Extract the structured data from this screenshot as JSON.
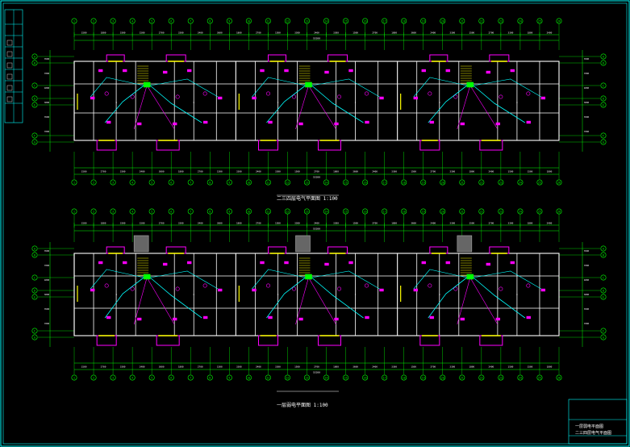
{
  "drawing": {
    "colors": {
      "background": "#000000",
      "frame": "#00ffff",
      "wall": "#ffffff",
      "dimension": "#00ff00",
      "wiring": "#00ffff",
      "fixture": "#ff00ff",
      "yellow": "#ffff00",
      "stair": "#aaaaaa"
    },
    "plans": [
      {
        "id": "upper",
        "caption": "二三四层电气平面图 1:100",
        "overall_dim": "55200",
        "stair_block": false
      },
      {
        "id": "lower",
        "caption": "一层弱电平面图 1:100",
        "overall_dim": "55200",
        "stair_block": true
      }
    ],
    "axis_bubbles_top": [
      "1",
      "2",
      "3",
      "4",
      "5",
      "6",
      "7",
      "8",
      "9",
      "10",
      "11",
      "12",
      "13",
      "14",
      "15",
      "16",
      "17",
      "18",
      "19",
      "20",
      "21",
      "22",
      "23",
      "24",
      "25",
      "26",
      "27",
      "28",
      "29",
      "30"
    ],
    "axis_bubbles_side": [
      "A",
      "B",
      "C",
      "D",
      "E",
      "F",
      "G"
    ],
    "dim_segments": [
      "1500",
      "1800",
      "3300",
      "1500",
      "2700",
      "3300",
      "2400",
      "3600",
      "1800",
      "2700",
      "1500",
      "3300",
      "2400",
      "3300",
      "1500",
      "2700",
      "1800",
      "3600",
      "2400",
      "3300",
      "1500",
      "2700",
      "3300",
      "1800",
      "2400",
      "1500"
    ],
    "title_block": {
      "line1": "一层弱电平面图",
      "line2": "二三四层电气平面图"
    },
    "cells_ab": [
      "3500",
      "7000",
      "4000",
      "3000",
      "3500",
      "7000"
    ]
  }
}
